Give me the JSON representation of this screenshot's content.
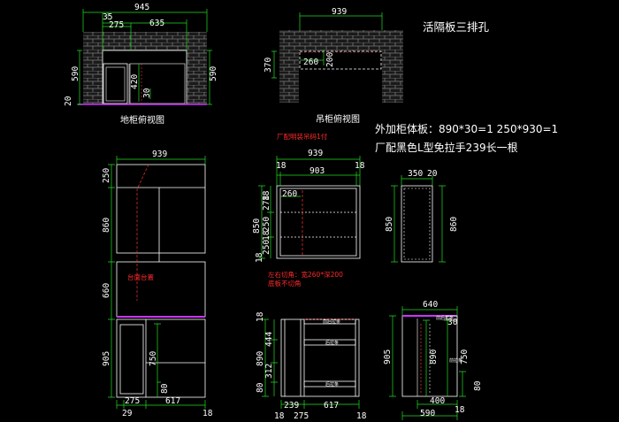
{
  "titles": {
    "floor_plan": "地柜俯视图",
    "wall_plan": "吊柜俯视图",
    "shelf_holes": "活隔板三排孔",
    "extra_panels": "外加柜体板：890*30=1 250*930=1",
    "handle_note": "厂配黑色L型免拉手239长一根"
  },
  "red_notes": {
    "hinge_note": "厂配明装吊码1付",
    "stove_note": "台面台置",
    "cut_note_1": "左右切角：宽260*深200",
    "cut_note_2": "底板不切角"
  },
  "small_labels": {
    "front_strip_1": "前后拉条",
    "rail_1": "后拉条",
    "rail_2": "后拉条",
    "front_strip_2": "前后拉条",
    "front_strip_3": "前拉条"
  },
  "dims": {
    "fp_945": "945",
    "fp_635": "635",
    "fp_35": "35",
    "fp_275": "275",
    "fp_590l": "590",
    "fp_590r": "590",
    "fp_420": "420",
    "fp_30": "30",
    "fp_20": "20",
    "wp_939": "939",
    "wp_370": "370",
    "wp_260": "260",
    "wp_200": "200",
    "el_939": "939",
    "el_250": "250",
    "el_860": "860",
    "el_660": "660",
    "el_905": "905",
    "el_750": "750",
    "el_80": "80",
    "el_275": "275",
    "el_617": "617",
    "el_29": "29",
    "el_18": "18",
    "wf_939": "939",
    "wf_18a": "18",
    "wf_903": "903",
    "wf_18b": "18",
    "wf_260": "260",
    "wf_850": "850",
    "wf_278": "278",
    "wf_250": "250",
    "wf_18c": "18",
    "wf_250b": "250",
    "wf_18d": "18",
    "wf_18e": "18",
    "ws_350": "350",
    "ws_20": "20",
    "ws_850": "850",
    "ws_860": "860",
    "bf_890": "890",
    "bf_444": "444",
    "bf_18": "18",
    "bf_312": "312",
    "bf_80": "80",
    "bf_239": "239",
    "bf_617": "617",
    "bf_18b": "18",
    "bf_275": "275",
    "bf_18c": "18",
    "bs_640": "640",
    "bs_30": "30",
    "bs_905": "905",
    "bs_890": "890",
    "bs_750": "750",
    "bs_400": "400",
    "bs_590": "590",
    "bs_80": "80",
    "bs_18": "18"
  },
  "colors": {
    "background": "#000000",
    "dimension": "#22dd22",
    "outline": "#ffffff",
    "note": "#ff2a2a",
    "accent": "#cc33ff"
  }
}
